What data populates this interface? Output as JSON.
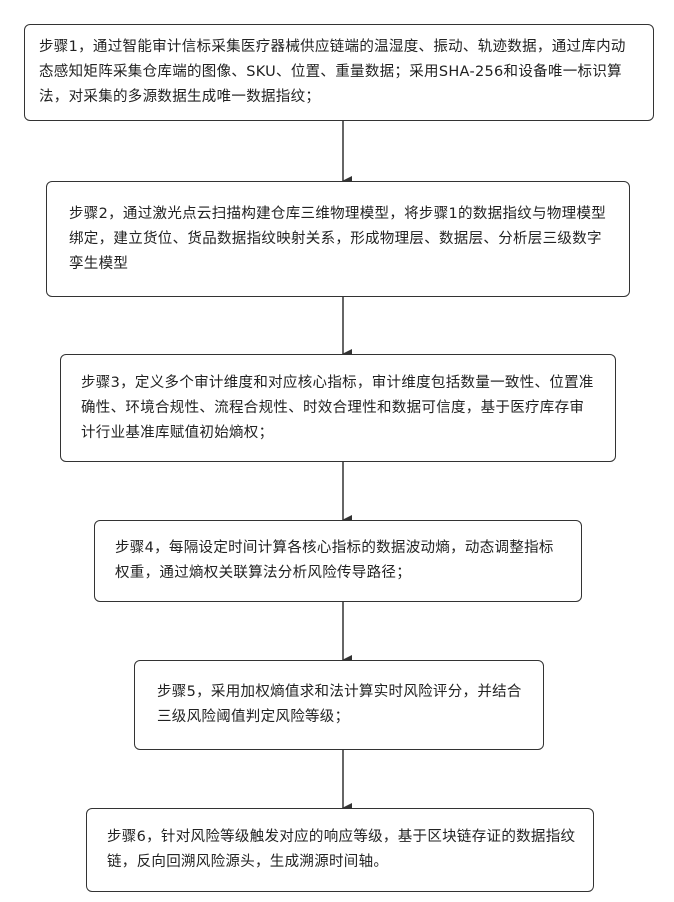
{
  "steps": [
    {
      "text": "步骤1，通过智能审计信标采集医疗器械供应链端的温湿度、振动、轨迹数据，通过库内动态感知矩阵采集仓库端的图像、SKU、位置、重量数据；采用SHA-256和设备唯一标识算法，对采集的多源数据生成唯一数据指纹；"
    },
    {
      "text": "步骤2，通过激光点云扫描构建仓库三维物理模型，将步骤1的数据指纹与物理模型绑定，建立货位、货品数据指纹映射关系，形成物理层、数据层、分析层三级数字孪生模型"
    },
    {
      "text": "步骤3，定义多个审计维度和对应核心指标，审计维度包括数量一致性、位置准确性、环境合规性、流程合规性、时效合理性和数据可信度，基于医疗库存审计行业基准库赋值初始熵权；"
    },
    {
      "text": "步骤4，每隔设定时间计算各核心指标的数据波动熵，动态调整指标权重，通过熵权关联算法分析风险传导路径；"
    },
    {
      "text": "步骤5，采用加权熵值求和法计算实时风险评分，并结合三级风险阈值判定风险等级；"
    },
    {
      "text": "步骤6，针对风险等级触发对应的响应等级，基于区块链存证的数据指纹链，反向回溯风险源头，生成溯源时间轴。"
    }
  ]
}
